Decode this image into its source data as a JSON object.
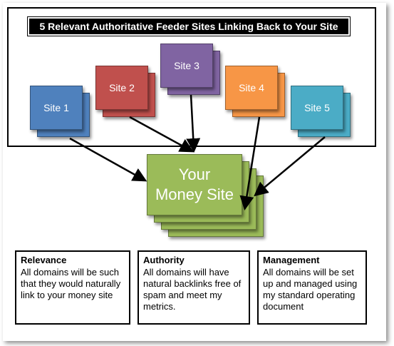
{
  "title": "5 Relevant Authoritative Feeder Sites Linking Back to Your Site",
  "sites": [
    {
      "label": "Site 1",
      "color": "#4f81bd"
    },
    {
      "label": "Site 2",
      "color": "#c0504d"
    },
    {
      "label": "Site 3",
      "color": "#8064a2"
    },
    {
      "label": "Site 4",
      "color": "#f79646"
    },
    {
      "label": "Site 5",
      "color": "#4bacc6"
    }
  ],
  "money_site": {
    "line1": "Your",
    "line2": "Money Site",
    "color": "#9bbb59"
  },
  "info_boxes": [
    {
      "heading": "Relevance",
      "text": "All domains will be such that they would naturally link to your money site"
    },
    {
      "heading": "Authority",
      "text": "All domains will have natural backlinks free of spam and meet my metrics."
    },
    {
      "heading": "Management",
      "text": "All domains will be set up and managed using my standard operating document"
    }
  ]
}
